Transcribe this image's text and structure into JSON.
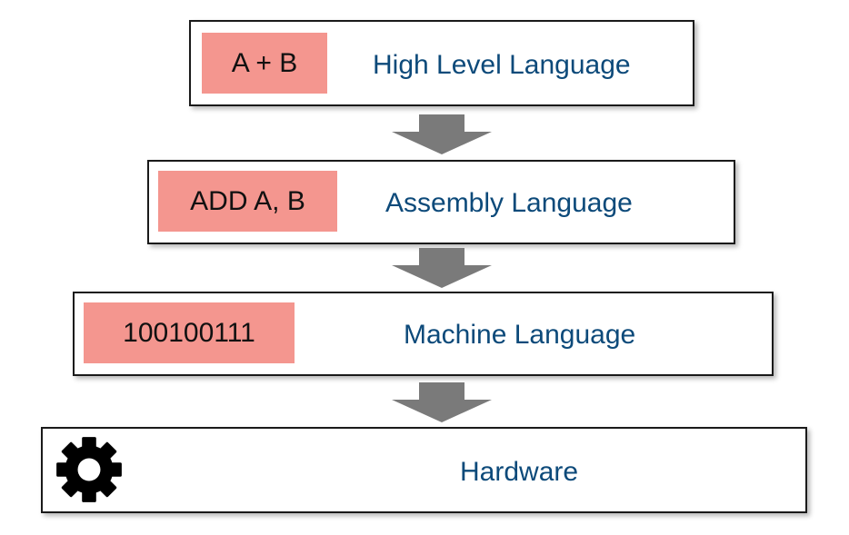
{
  "levels": [
    {
      "code": "A + B",
      "label": "High Level Language"
    },
    {
      "code": "ADD A, B",
      "label": "Assembly Language"
    },
    {
      "code": "100100111",
      "label": "Machine Language"
    },
    {
      "label": "Hardware",
      "icon": "gear-icon"
    }
  ],
  "colors": {
    "chip": "#f4968f",
    "label": "#0d4a7a",
    "arrow": "#7a7a7a",
    "border": "#1a1a1a"
  }
}
